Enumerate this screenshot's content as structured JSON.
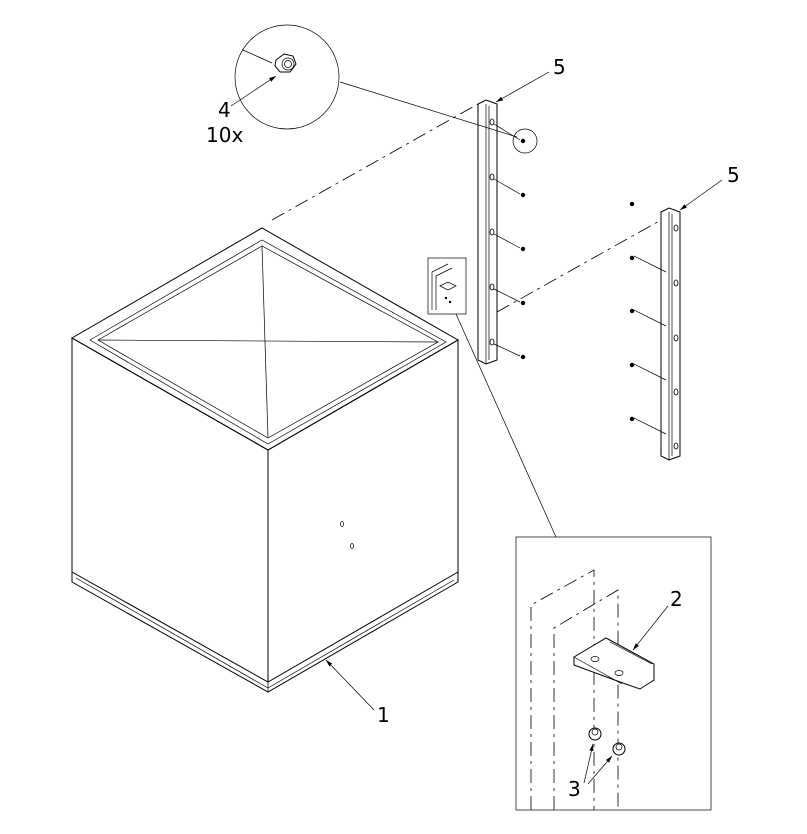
{
  "callouts": {
    "item1": "1",
    "item2": "2",
    "item3": "3",
    "item4": "4",
    "item4_qty": "10x",
    "item5_left": "5",
    "item5_right": "5"
  },
  "colors": {
    "line": "#000000",
    "background": "#ffffff"
  }
}
